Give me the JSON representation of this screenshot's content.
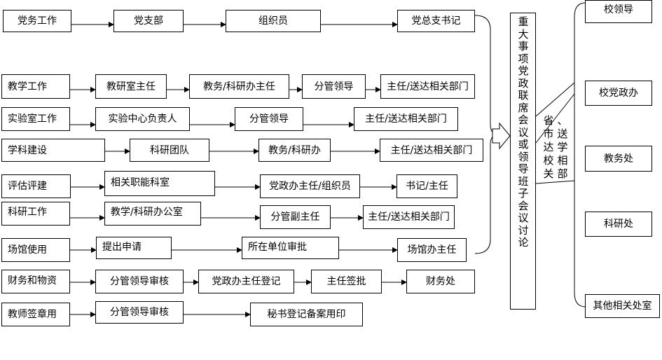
{
  "flows": [
    {
      "id": "party",
      "steps": [
        "党务工作",
        "党支部",
        "组织员",
        "党总支书记"
      ]
    },
    {
      "id": "teaching",
      "steps": [
        "教学工作",
        "教研室主任",
        "教务/科研办主任",
        "分管领导",
        "主任/送达相关部门"
      ]
    },
    {
      "id": "lab",
      "steps": [
        "实验室工作",
        "实验中心负责人",
        "分管领导",
        "主任/送达相关部门"
      ]
    },
    {
      "id": "discipline",
      "steps": [
        "学科建设",
        "科研团队",
        "教务/科研办",
        "主任/送达相关部门"
      ]
    },
    {
      "id": "evaluation",
      "steps": [
        "评估评建",
        "相关职能科室",
        "党政办主任/组织员",
        "书记/主任"
      ]
    },
    {
      "id": "research",
      "steps": [
        "科研工作",
        "教学/科研办公室",
        "分管副主任",
        "主任/送达相关部门"
      ]
    },
    {
      "id": "venue",
      "steps": [
        "场馆使用",
        "提出申请",
        "所在单位审批",
        "场馆办主任"
      ]
    },
    {
      "id": "finance",
      "steps": [
        "财务和物资",
        "分管领导审核",
        "党政办主任登记",
        "主任签批",
        "财务处"
      ]
    },
    {
      "id": "seal",
      "steps": [
        "教师签章用",
        "分管领导审核",
        "秘书登记备案用印"
      ]
    }
  ],
  "meeting_label": "重大事项党政联席会议或领导班子会议讨论",
  "dispatch_label": {
    "col1": "省市达校关",
    "col2": "、送学相部"
  },
  "targets": [
    "校领导",
    "校党政办",
    "教务处",
    "科研处",
    "其他相关处室"
  ]
}
